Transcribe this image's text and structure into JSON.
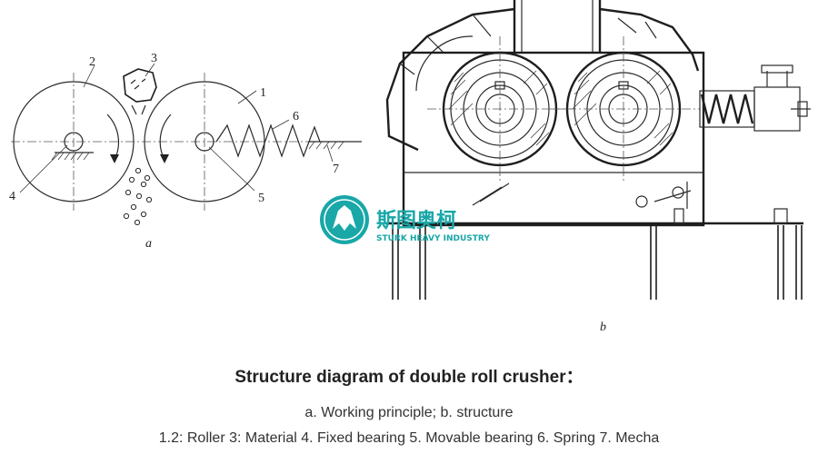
{
  "figure": {
    "part_a": {
      "panel_label": "a",
      "callouts": [
        "1",
        "2",
        "3",
        "4",
        "5",
        "6",
        "7"
      ]
    },
    "part_b": {
      "panel_label": "b"
    },
    "watermark": {
      "name": "斯图奥柯",
      "subtitle": "STURK HEAVY INDUSTRY"
    }
  },
  "caption": {
    "title": "Structure diagram of double roll crusher：",
    "line1": "a. Working principle; b. structure",
    "line2": "1.2: Roller 3: Material 4. Fixed bearing 5. Movable bearing 6. Spring 7. Mecha"
  },
  "colors": {
    "line": "#2a2a2a",
    "watermark": "#19a7a8",
    "title": "#222222",
    "caption": "#333333"
  }
}
